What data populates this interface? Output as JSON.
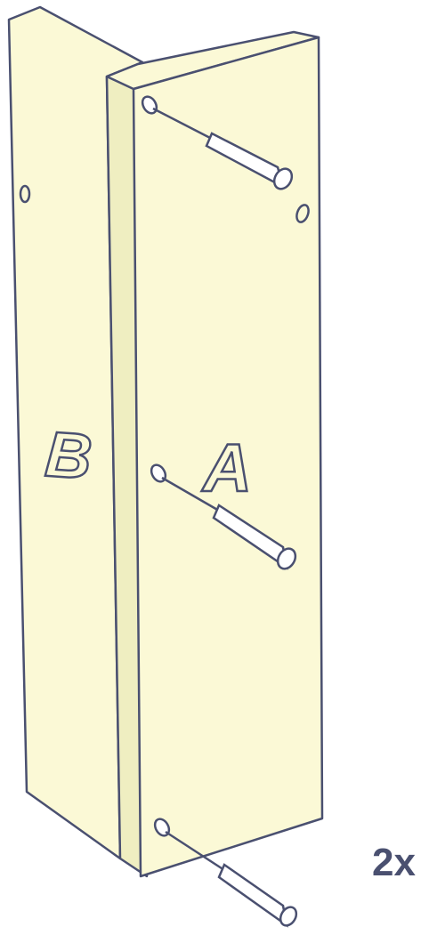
{
  "diagram": {
    "panel_a_label": "A",
    "panel_b_label": "B",
    "quantity_label": "2x",
    "dowel_count": 3
  },
  "colors": {
    "wood": "#fbf9d6",
    "wood_dark": "#efeec1",
    "outline": "#4a5070"
  }
}
